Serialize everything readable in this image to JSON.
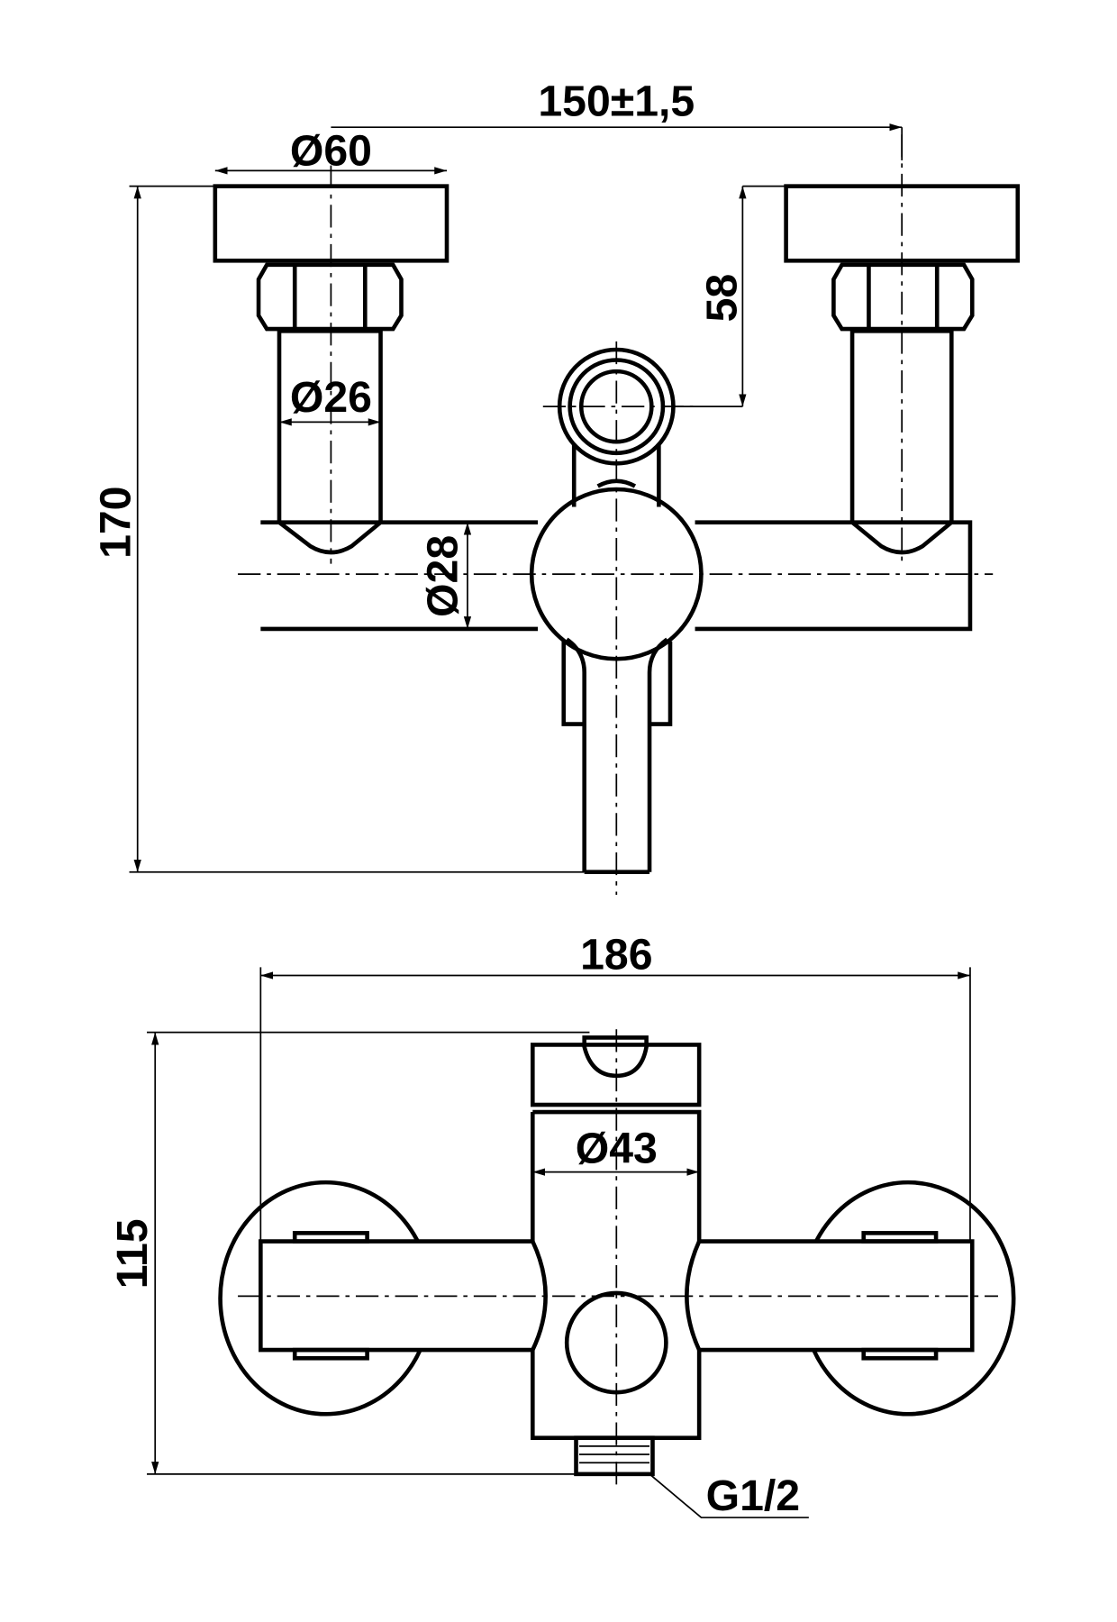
{
  "dimensions": {
    "spacing": "150±1,5",
    "flange_diameter": "Ø60",
    "pipe_diameter": "Ø26",
    "outlet_offset": "58",
    "overall_height": "170",
    "body_diameter": "Ø28",
    "overall_width": "186",
    "cartridge_diameter": "Ø43",
    "depth": "115",
    "thread": "G1/2"
  },
  "colors": {
    "line": "#000000",
    "background": "#ffffff"
  }
}
